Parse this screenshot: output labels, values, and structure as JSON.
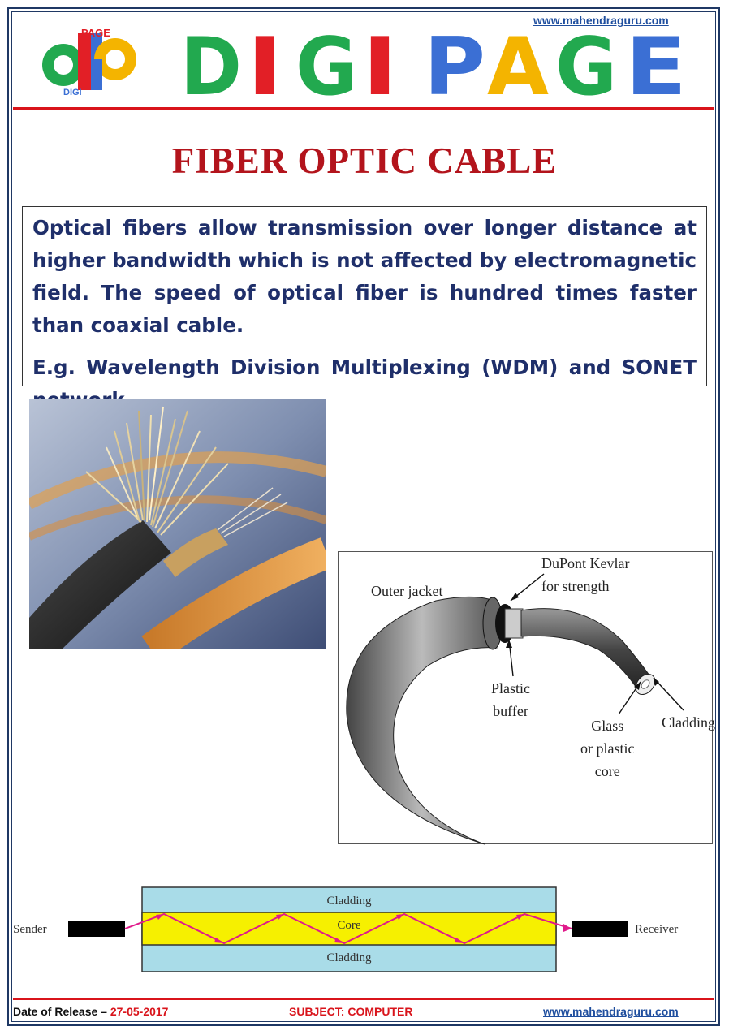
{
  "header": {
    "site_url": "www.mahendraguru.com",
    "logo_top": "PAGE",
    "logo_bottom": "DIGI",
    "banner": [
      "D",
      "I",
      "G",
      "I",
      " ",
      "P",
      "A",
      "G",
      "E"
    ],
    "banner_colors": [
      "#22a94f",
      "#e21f26",
      "#22a94f",
      "#e21f26",
      "",
      "#3b6fd4",
      "#f4b400",
      "#22a94f",
      "#3b6fd4"
    ]
  },
  "title": "FIBER OPTIC CABLE",
  "body": {
    "paragraph1": "Optical fibers allow transmission over longer distance at higher bandwidth which is not affected by electromagnetic field. The speed of optical fiber is hundred times faster than coaxial cable.",
    "paragraph2": "E.g. Wavelength Division Multiplexing (WDM) and SONET network"
  },
  "cable_diagram": {
    "outer_jacket": "Outer jacket",
    "kevlar": [
      "DuPont Kevlar",
      "for strength"
    ],
    "buffer": [
      "Plastic",
      "buffer"
    ],
    "core": [
      "Glass",
      "or plastic",
      "core"
    ],
    "cladding": "Cladding"
  },
  "propagation_diagram": {
    "sender": "Sender",
    "receiver": "Receiver",
    "cladding_top": "Cladding",
    "core": "Core",
    "cladding_bottom": "Cladding"
  },
  "footer": {
    "date_label": "Date of Release – ",
    "date_value": "27-05-2017",
    "subject": "SUBJECT: COMPUTER",
    "site_url": "www.mahendraguru.com"
  },
  "colors": {
    "title": "#b3141c",
    "body_text": "#1f2f6a",
    "rule": "#d9141b",
    "link": "#1f4e9e"
  }
}
